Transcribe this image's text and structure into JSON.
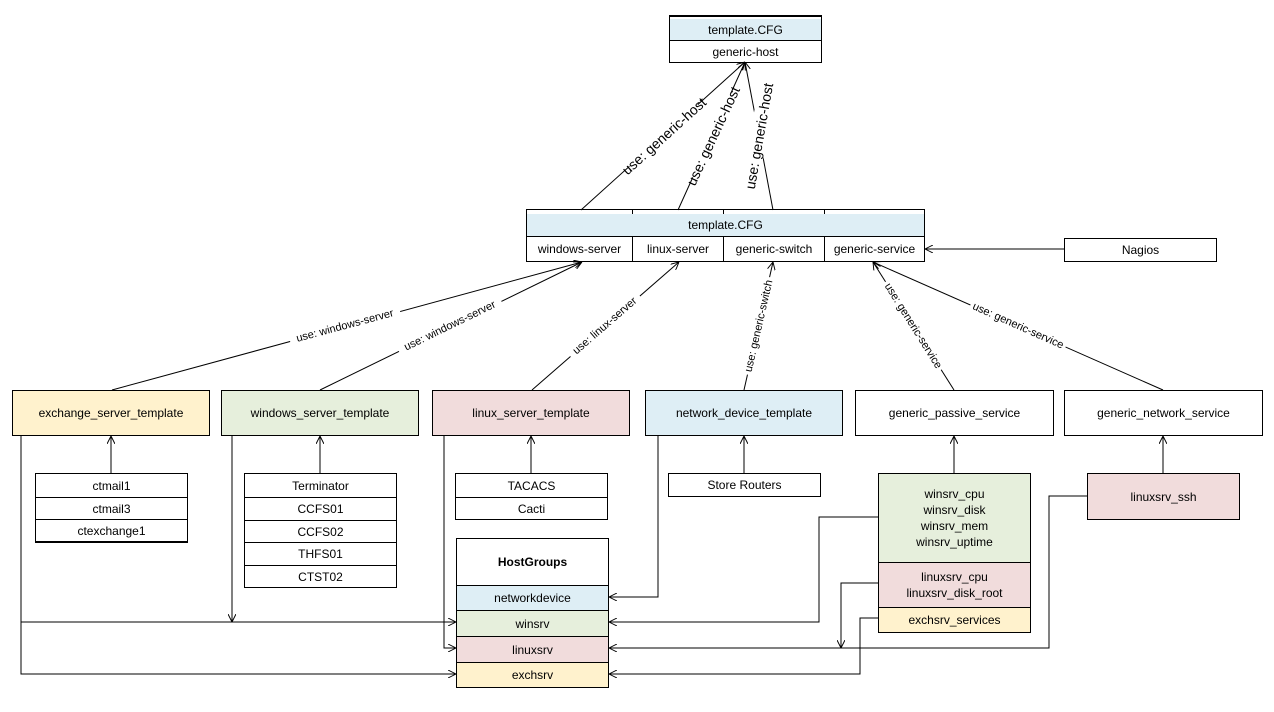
{
  "top_template": {
    "title": "template.CFG",
    "item": "generic-host"
  },
  "mid_template": {
    "title": "template.CFG",
    "items": [
      "windows-server",
      "linux-server",
      "generic-switch",
      "generic-service"
    ]
  },
  "nagios": "Nagios",
  "templates": {
    "exchange": "exchange_server_template",
    "windows": "windows_server_template",
    "linux": "linux_server_template",
    "network": "network_device_template",
    "passive": "generic_passive_service",
    "netservice": "generic_network_service"
  },
  "hosts": {
    "exchange": [
      "ctmail1",
      "ctmail3",
      "ctexchange1"
    ],
    "windows": [
      "Terminator",
      "CCFS01",
      "CCFS02",
      "THFS01",
      "CTST02"
    ],
    "linux": [
      "TACACS",
      "Cacti"
    ],
    "network": [
      "Store Routers"
    ]
  },
  "services": {
    "winsrv": "winsrv_cpu\nwinsrv_disk\nwinsrv_mem\nwinsrv_uptime",
    "linuxsrv": "linuxsrv_cpu\nlinuxsrv_disk_root",
    "exchsrv": "exchsrv_services",
    "ssh": "linuxsrv_ssh"
  },
  "hostgroups": {
    "title": "HostGroups",
    "items": [
      "networkdevice",
      "winsrv",
      "linuxsrv",
      "exchsrv"
    ]
  },
  "edge_labels": {
    "generic_host": "use: generic-host",
    "windows_server": "use: windows-server",
    "linux_server": "use: linux-server",
    "generic_switch": "use: generic-switch",
    "generic_service": "use: generic-service"
  },
  "colors": {
    "blue": "#deeef5",
    "green": "#e6efdc",
    "pink": "#f1dcdc",
    "yellow": "#fff2cd"
  }
}
